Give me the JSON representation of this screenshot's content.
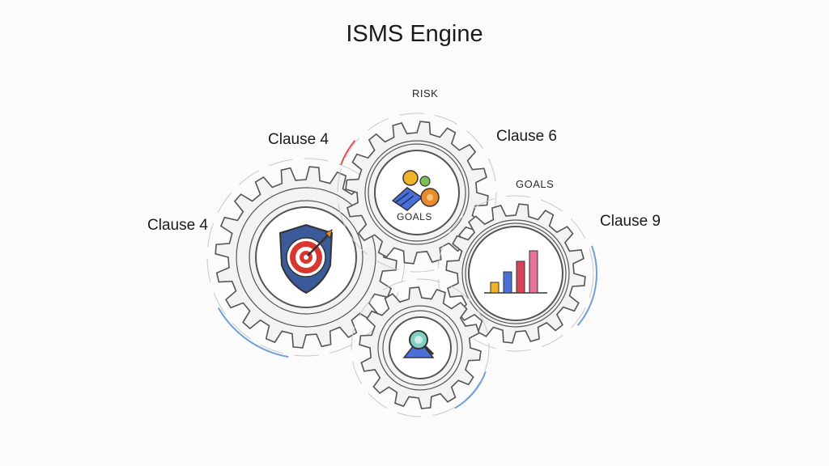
{
  "title": "ISMS Engine",
  "labels": {
    "risk": "RISK",
    "clause_top_left": "Clause 4",
    "clause_top_right": "Clause 6",
    "goals_right": "GOALS",
    "clause_left": "Clause 4",
    "clause_right": "Clause 9",
    "goals_center": "GOALS"
  },
  "gears": [
    {
      "id": "large-left",
      "icon": "target-shield-icon"
    },
    {
      "id": "top-center",
      "icon": "people-goals-icon"
    },
    {
      "id": "right",
      "icon": "bar-chart-icon"
    },
    {
      "id": "bottom-center",
      "icon": "magnifier-icon"
    }
  ],
  "bar_chart": {
    "values": [
      1,
      2,
      3,
      4
    ],
    "colors": [
      "#f0b429",
      "#4a6fd6",
      "#d6455a",
      "#e8739a"
    ]
  },
  "colors": {
    "stroke": "#555555",
    "accent_blue": "#6fa0d8",
    "accent_red": "#d9534f",
    "accent_orange": "#e88a2e"
  }
}
